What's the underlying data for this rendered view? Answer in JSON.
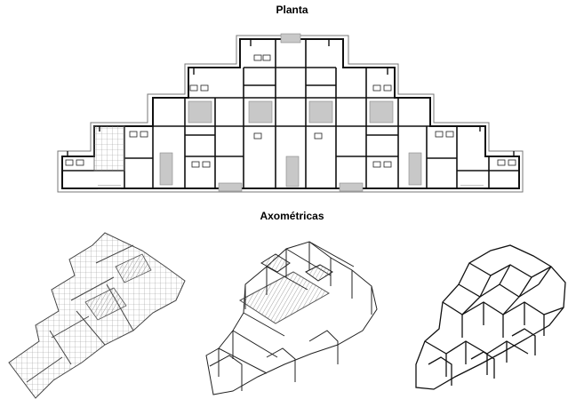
{
  "captions": {
    "plan": "Planta",
    "axonometric": "Axométricas"
  },
  "drawings": {
    "plan": "floor-plan",
    "axonometrics": [
      "axonometric-floor-slab",
      "axonometric-walls",
      "axonometric-roofs"
    ]
  },
  "colors": {
    "line": "#111111",
    "hatch": "#bdbdbd",
    "fill_gray": "#c8c8c8"
  }
}
